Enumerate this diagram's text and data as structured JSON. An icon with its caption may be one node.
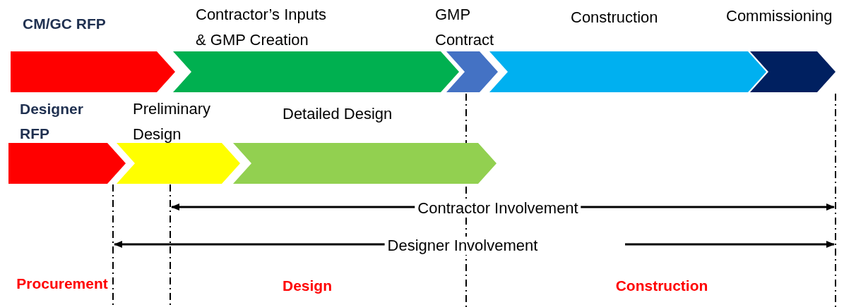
{
  "diagram": {
    "nodes": [
      {
        "text": [
          "CM/GC RFP"
        ]
      },
      {
        "text": [
          "Contractor’s Inputs & GMP Creation"
        ]
      },
      {
        "text": [
          "GMP Contract"
        ]
      },
      {
        "text": [
          "Construction"
        ]
      },
      {
        "text": [
          "Commissioning"
        ]
      },
      {
        "text": [
          "Designer RFP"
        ]
      },
      {
        "text": [
          "Preliminary Design"
        ]
      },
      {
        "text": [
          "Detailed Design"
        ]
      }
    ],
    "labels": [
      "Contractor Involvement",
      "Designer Involvement",
      "Procurement",
      "Design",
      "Construction"
    ]
  }
}
